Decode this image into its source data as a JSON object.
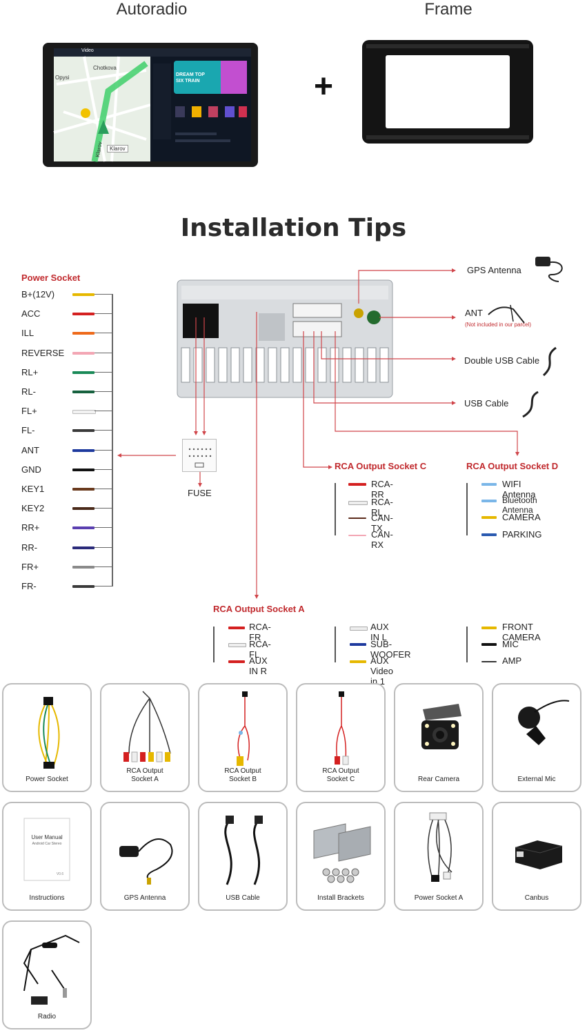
{
  "top": {
    "left_heading": "Autoradio",
    "right_heading": "Frame",
    "plus": "+",
    "screen": {
      "status_label": "Video",
      "map_labels": [
        "Chotkova",
        "Opysi",
        "Klarov",
        "Klarov"
      ],
      "music_title": "DREAM TOP SIX TRAIN"
    }
  },
  "section_title": "Installation Tips",
  "power_socket": {
    "title": "Power Socket",
    "pins": [
      {
        "label": "B+(12V)",
        "color": "#e6b800"
      },
      {
        "label": "ACC",
        "color": "#d42020"
      },
      {
        "label": "ILL",
        "color": "#ee6a1a"
      },
      {
        "label": "REVERSE",
        "color": "#f3a6b4"
      },
      {
        "label": "RL+",
        "color": "#1a8a58"
      },
      {
        "label": "RL-",
        "color": "#16613e"
      },
      {
        "label": "FL+",
        "color": "#f2f2f2"
      },
      {
        "label": "FL-",
        "color": "#3a3a3a"
      },
      {
        "label": "ANT",
        "color": "#1e3a9e"
      },
      {
        "label": "GND",
        "color": "#111111"
      },
      {
        "label": "KEY1",
        "color": "#6a3a1e"
      },
      {
        "label": "KEY2",
        "color": "#4a2a1a"
      },
      {
        "label": "RR+",
        "color": "#5a3fb0"
      },
      {
        "label": "RR-",
        "color": "#2a2a7a"
      },
      {
        "label": "FR+",
        "color": "#8a8a8a"
      },
      {
        "label": "FR-",
        "color": "#3a3a3a"
      }
    ]
  },
  "fuse_label": "FUSE",
  "right_connectors": [
    {
      "label": "GPS Antenna",
      "note": ""
    },
    {
      "label": "ANT",
      "note": "(Not included in our parcel)"
    },
    {
      "label": "Double USB Cable",
      "note": ""
    },
    {
      "label": "USB Cable",
      "note": ""
    }
  ],
  "socket_c": {
    "title": "RCA Output Socket C",
    "items": [
      "RCA-RR",
      "RCA-RL",
      "CAN-TX",
      "CAN-RX"
    ]
  },
  "socket_d": {
    "title": "RCA Output Socket D",
    "items": [
      "WIFI Antenna",
      "Bluetooth Antenna",
      "CAMERA",
      "PARKING"
    ]
  },
  "socket_a": {
    "title": "RCA Output Socket A",
    "col1": [
      "RCA-FR",
      "RCA-FL",
      "AUX IN R"
    ],
    "col2": [
      "AUX IN L",
      "SUB-WOOFER",
      "AUX Video in 1"
    ],
    "col3": [
      "FRONT CAMERA",
      "MIC",
      "AMP"
    ]
  },
  "accessories": [
    {
      "name": "Power Socket"
    },
    {
      "name": "RCA Output Socket A"
    },
    {
      "name": "RCA Output Socket B"
    },
    {
      "name": "RCA Output Socket C"
    },
    {
      "name": "Rear Camera"
    },
    {
      "name": "External Mic"
    },
    {
      "name": "Instructions",
      "label": "User Manual",
      "sublabel": "Android Car Stereo",
      "code": "V0.6"
    },
    {
      "name": "GPS Antenna"
    },
    {
      "name": "USB Cable"
    },
    {
      "name": "Install Brackets"
    },
    {
      "name": "Power Socket A"
    },
    {
      "name": "Canbus"
    },
    {
      "name": "Radio"
    }
  ],
  "colors": {
    "accent_red": "#c0282c",
    "line_red": "#d0454a"
  }
}
